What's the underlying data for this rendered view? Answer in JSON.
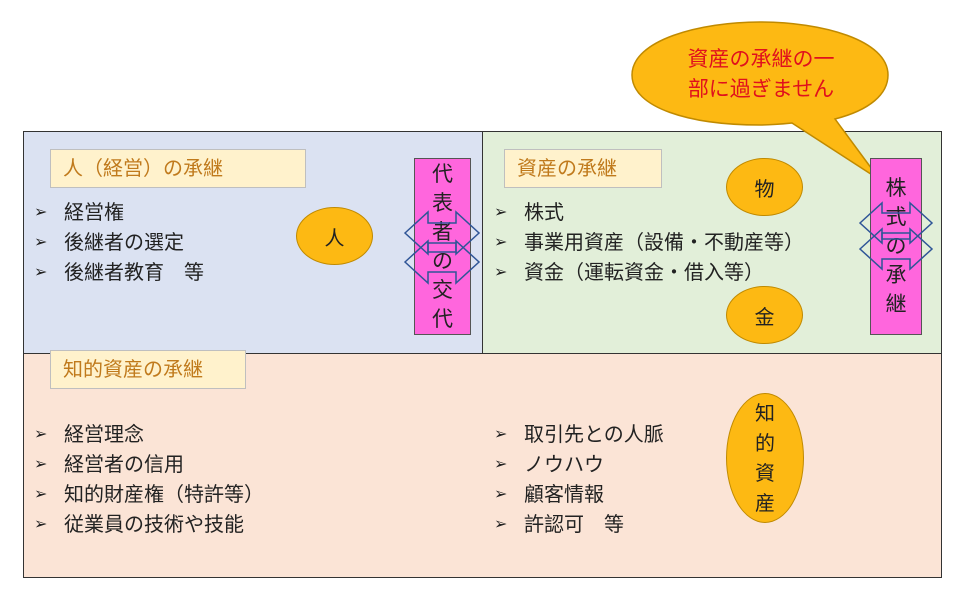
{
  "callout": {
    "text_line1": "資産の承継の一",
    "text_line2": "部に過ぎません"
  },
  "person_panel": {
    "title": "人（経営）の承継",
    "items": [
      "経営権",
      "後継者の選定",
      "後継者教育　等"
    ],
    "oval_label": "人"
  },
  "representative_bar": {
    "chars": [
      "代",
      "表",
      "者",
      "の",
      "交",
      "代"
    ]
  },
  "assets_panel": {
    "title": "資産の承継",
    "items": [
      "株式",
      "事業用資産（設備・不動産等）",
      "資金（運転資金・借入等）"
    ],
    "oval_thing": "物",
    "oval_money": "金"
  },
  "stock_bar": {
    "chars": [
      "株",
      "式",
      "の",
      "承",
      "継"
    ]
  },
  "ip_panel": {
    "title": "知的資産の承継",
    "items_left": [
      "経営理念",
      "経営者の信用",
      "知的財産権（特許等）",
      "従業員の技術や技能"
    ],
    "items_right": [
      "取引先との人脈",
      "ノウハウ",
      "顧客情報",
      "許認可　等"
    ],
    "oval_chars": [
      "知",
      "的",
      "資",
      "産"
    ]
  },
  "bullet_glyph": "➢",
  "colors": {
    "person_bg": "#dbe2f2",
    "assets_bg": "#e2efd9",
    "ip_bg": "#fbe4d6",
    "title_text": "#c07a1c",
    "title_bg": "#fff2cc",
    "oval_fill": "#fdb913",
    "bar_fill": "#ff66dd",
    "callout_text": "#e0101d",
    "arrow_stroke": "#2f5597"
  }
}
